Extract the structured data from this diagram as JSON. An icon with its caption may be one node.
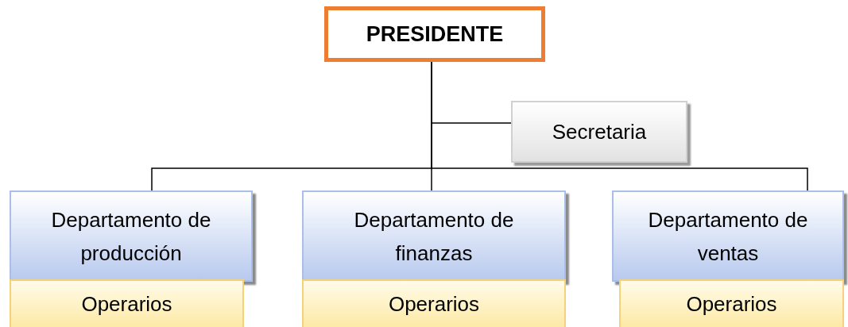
{
  "diagram": {
    "nodes": [
      {
        "text": [
          "PRESIDENTE"
        ]
      },
      {
        "text": [
          "Secretaria"
        ]
      },
      {
        "text": [
          "Departamento de producción"
        ]
      },
      {
        "text": [
          "Operarios"
        ]
      },
      {
        "text": [
          "Departamento de finanzas"
        ]
      },
      {
        "text": [
          "Operarios"
        ]
      },
      {
        "text": [
          "Departamento de ventas"
        ]
      },
      {
        "text": [
          "Operarios"
        ]
      }
    ],
    "edges": [
      {
        "from": 0,
        "to": 1,
        "arrow": "none"
      },
      {
        "from": 0,
        "to": 2,
        "arrow": "none"
      },
      {
        "from": 0,
        "to": 4,
        "arrow": "none"
      },
      {
        "from": 0,
        "to": 6,
        "arrow": "none"
      }
    ]
  }
}
